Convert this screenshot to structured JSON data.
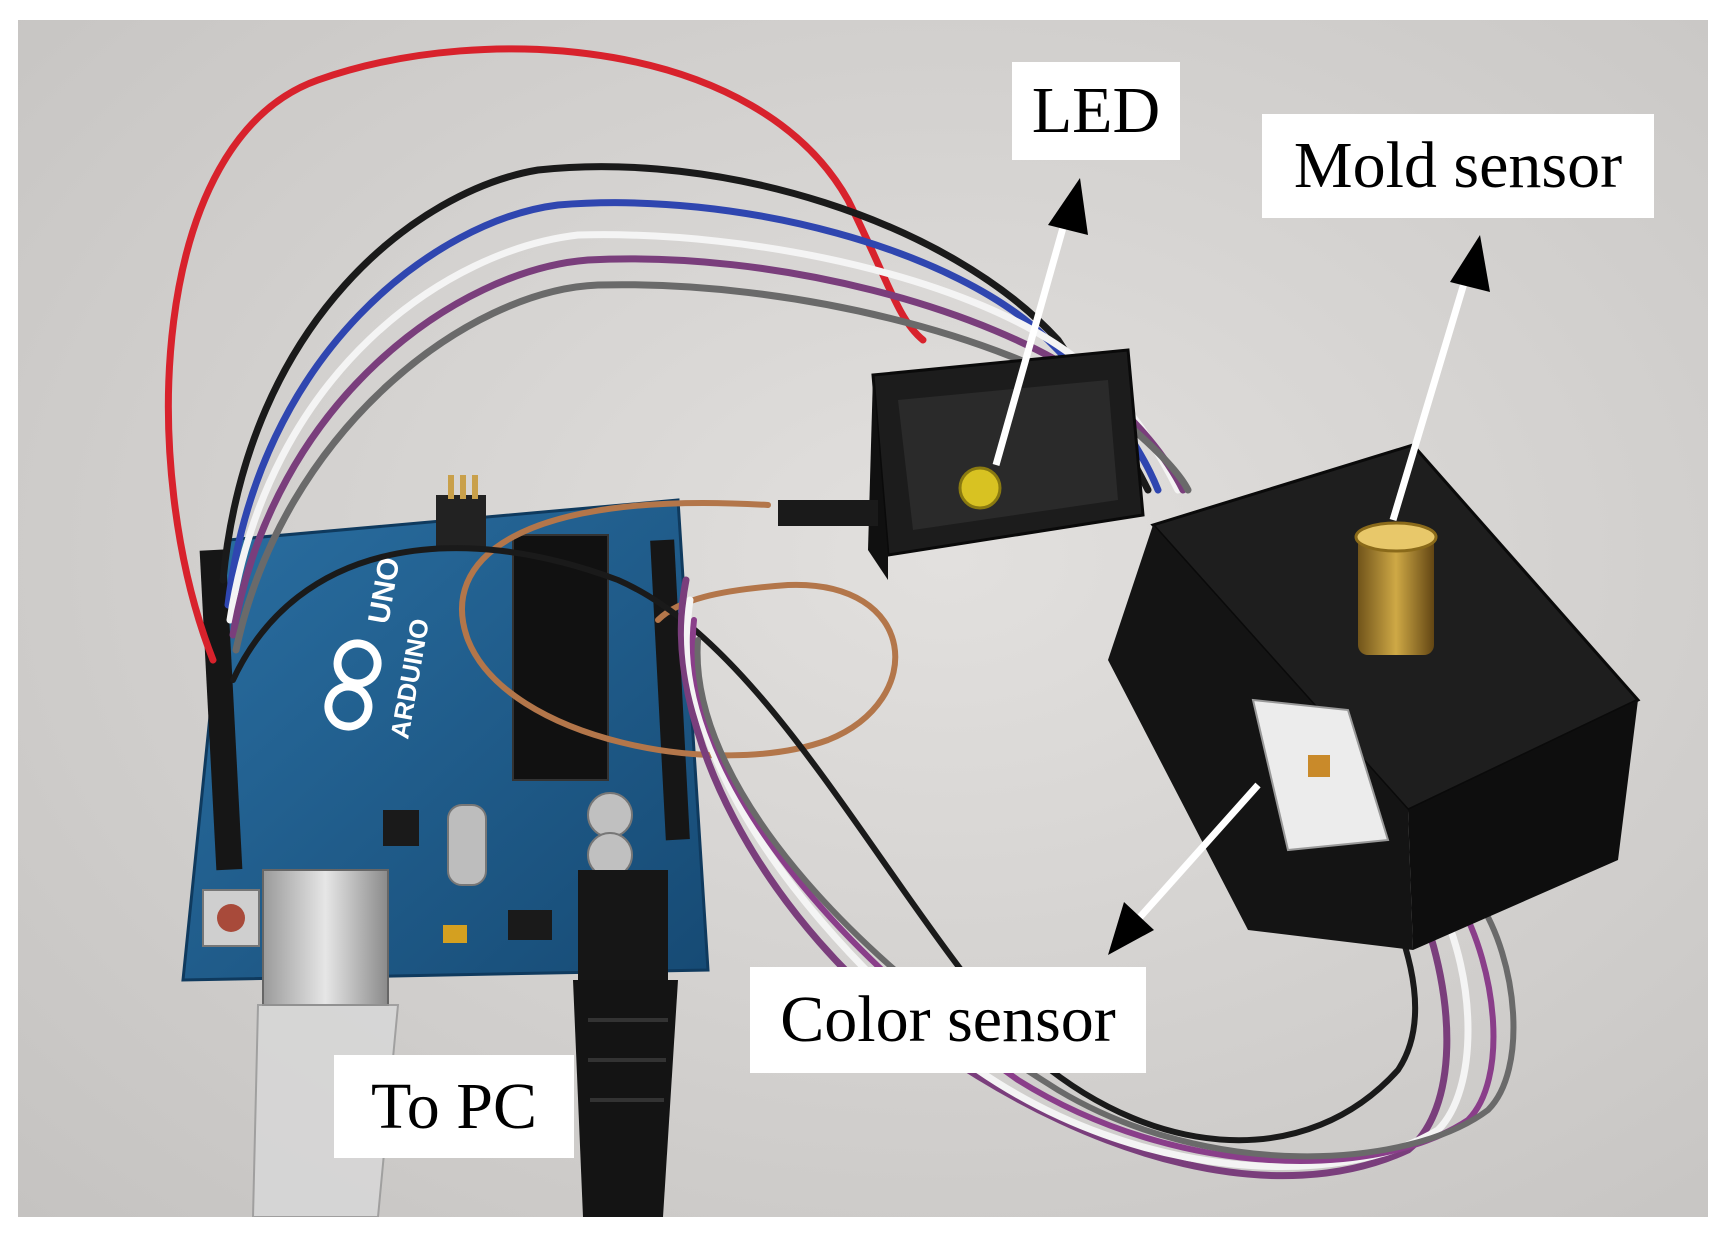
{
  "labels": {
    "led": "LED",
    "mold_sensor": "Mold sensor",
    "color_sensor": "Color sensor",
    "to_pc": "To PC"
  },
  "board_text": {
    "brand": "ARDUINO",
    "model": "UNO"
  },
  "colors": {
    "background": "#d4d2d0",
    "board": "#1c5a88",
    "housing": "#161616",
    "arrow": "#ffffff",
    "wire_red": "#d8222c",
    "wire_blue": "#2f46b0",
    "wire_purple": "#7a3e7c",
    "wire_white": "#f4f4f4",
    "wire_gray": "#6a6a6a",
    "wire_black": "#1a1a1a",
    "wire_copper": "#b3764a"
  }
}
